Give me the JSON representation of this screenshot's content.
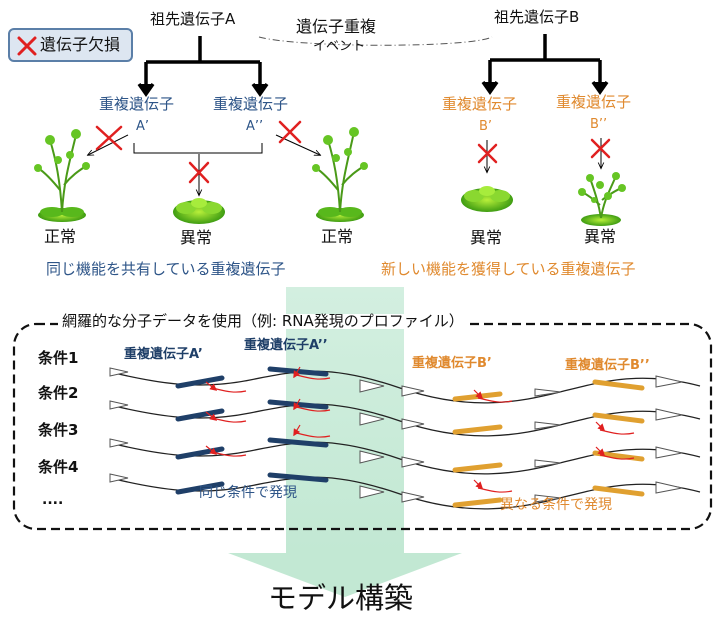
{
  "legend": {
    "label": "遺伝子欠損"
  },
  "top": {
    "ancestor_a": "祖先遺伝子A",
    "ancestor_b": "祖先遺伝子B",
    "event_line1": "遺伝子重複",
    "event_line2": "イベント",
    "dup_a1": "重複遺伝子",
    "dup_a1_sub": "A’",
    "dup_a2": "重複遺伝子",
    "dup_a2_sub": "A’’",
    "dup_b1": "重複遺伝子",
    "dup_b1_sub": "B’",
    "dup_b2": "重複遺伝子",
    "dup_b2_sub": "B’’",
    "normal_left": "正常",
    "abnormal_mid": "異常",
    "normal_right": "正常",
    "abnormal_b1": "異常",
    "abnormal_b2": "異常",
    "caption_shared": "同じ機能を共有している重複遺伝子",
    "caption_new": "新しい機能を獲得している重複遺伝子"
  },
  "bottom": {
    "box_title": "網羅的な分子データを使用（例: RNA発現のプロファイル）",
    "conditions": [
      "条件1",
      "条件2",
      "条件3",
      "条件4",
      "...."
    ],
    "gene_a1": "重複遺伝子A’",
    "gene_a2": "重複遺伝子A’’",
    "gene_b1": "重複遺伝子B’",
    "gene_b2": "重複遺伝子B’’",
    "same_condition": "同じ条件で発現",
    "diff_condition": "異なる条件で発現"
  },
  "footer": {
    "model": "モデル構築"
  },
  "colors": {
    "blue": "#1f3f68",
    "orange": "#e08a2f",
    "red": "#e02020",
    "green_band": "#c8ead8"
  }
}
